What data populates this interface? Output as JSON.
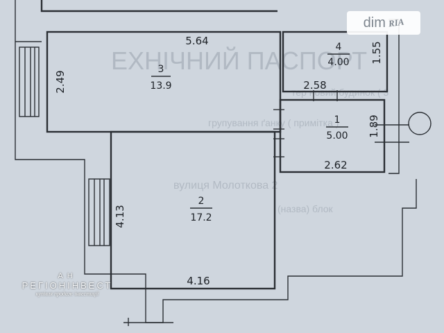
{
  "watermark": {
    "brand_text": "dim",
    "brand_badge": "RIA"
  },
  "agency": {
    "line1": "АН",
    "line2": "РЕГІОНІНВЕСТ",
    "line3": "купівля продаж інвестиції"
  },
  "background_text": {
    "line1": "ЕХНІЧНИЙ ПАСПОРТ",
    "line2": "тер   новий будинок ( 3",
    "line3": "групування ґанку ( примітка )",
    "line4": "вулиця Молоткова 2",
    "line5": "(назва)       блок"
  },
  "rooms": [
    {
      "number": "3",
      "area": "13.9"
    },
    {
      "number": "4",
      "area": "4.00"
    },
    {
      "number": "1",
      "area": "5.00"
    },
    {
      "number": "2",
      "area": "17.2"
    }
  ],
  "dimensions": {
    "room3_width": "5.64",
    "room3_depth": "2.49",
    "room4_depth": "1.55",
    "room4_width": "2.58",
    "room1_depth": "1.89",
    "room1_width": "2.62",
    "room2_depth": "4.13",
    "room2_width": "4.16"
  }
}
